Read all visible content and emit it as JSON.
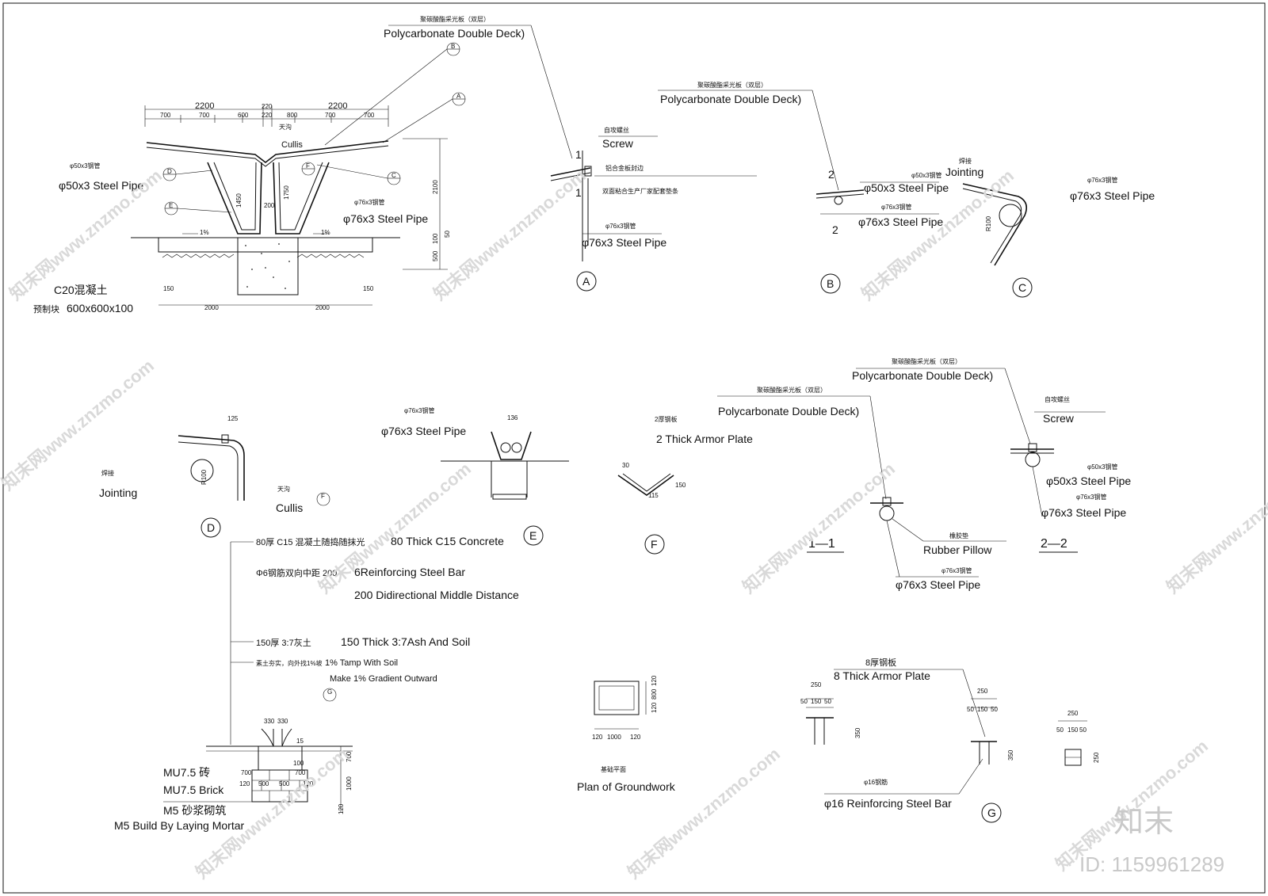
{
  "labels": {
    "pc_cn": "聚碳酸酯采光板（双层）",
    "pc_en": "Polycarbonate Double Deck)",
    "cullis_cn": "天沟",
    "cullis_en": "Cullis",
    "pipe50_cn": "φ50x3钢管",
    "pipe50_en": "φ50x3 Steel Pipe",
    "pipe76_cn": "φ76x3钢管",
    "pipe76_en": "φ76x3 Steel Pipe",
    "c20_cn": "C20混凝土",
    "precast_cn": "预制块",
    "precast_size": "600x600x100",
    "screw_cn": "自攻螺丝",
    "screw_en": "Screw",
    "alu_cn": "铝合金板封边",
    "gasket_cn": "双面粘合生产厂家配套垫条",
    "jointing_cn": "焊接",
    "jointing_en": "Jointing",
    "r100": "R100",
    "armor2_cn": "2厚钢板",
    "armor2_en": "2 Thick Armor Plate",
    "rubber_cn": "橡胶垫",
    "rubber_en": "Rubber Pillow",
    "c15_cn": "80厚 C15 混凝土随捣随抹光",
    "c15_en": "80 Thick C15 Concrete",
    "bar6_cn": "Φ6钢筋双向中距 200",
    "bar6_en1": "6Reinforcing Steel Bar",
    "bar6_en2": "200 Didirectional Middle Distance",
    "ash_cn": "150厚 3:7灰土",
    "ash_en": "150 Thick 3:7Ash And Soil",
    "tamp_cn": "素土夯实，向外找1%坡",
    "tamp_en1": "1% Tamp With Soil",
    "tamp_en2": "Make 1% Gradient Outward",
    "mu75_cn": "MU7.5 砖",
    "mu75_en": "MU7.5 Brick",
    "m5_cn": "M5 砂浆砌筑",
    "m5_en": "M5 Build By Laying Mortar",
    "plan_cn": "基础平面",
    "plan_en": "Plan of Groundwork",
    "armor8_cn": "8厚钢板",
    "armor8_en": "8 Thick Armor Plate",
    "bar16_cn": "φ16钢筋",
    "bar16_en": "φ16 Reinforcing Steel Bar"
  },
  "section_marks": {
    "s11": "1—1",
    "s22": "2—2",
    "one": "1",
    "two": "2"
  },
  "detail_ids": {
    "A": "A",
    "B": "B",
    "C": "C",
    "D": "D",
    "E": "E",
    "F": "F",
    "G": "G"
  },
  "dimensions": {
    "d2200": "2200",
    "d220": "220",
    "d700": "700",
    "d600": "600",
    "d800": "800",
    "d1450": "1450",
    "d1750": "1750",
    "d2100": "2100",
    "d200": "200",
    "d100": "100",
    "d50": "50",
    "d500": "500",
    "d150": "150",
    "d2000": "2000",
    "slope": "1%",
    "d125": "125",
    "d136": "136",
    "d115": "115",
    "d30": "30",
    "d330": "330",
    "d1000": "1000",
    "d120": "120",
    "d250": "250",
    "d350": "350",
    "d15": "15"
  },
  "watermark": {
    "text": "知末网www.znzmo.com",
    "brand": "知末",
    "id": "ID: 1159961289"
  }
}
